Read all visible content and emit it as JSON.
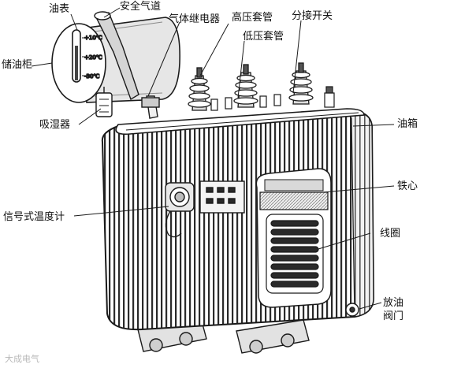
{
  "labels": {
    "oil_gauge": "油表",
    "safety_vent": "安全气道",
    "gas_relay": "气体继电器",
    "hv_bushing": "高压套管",
    "lv_bushing": "低压套管",
    "tap_changer": "分接开关",
    "conservator": "储油柜",
    "breather": "吸湿器",
    "oil_tank": "油箱",
    "core": "铁心",
    "signal_thermometer": "信号式温度计",
    "winding": "线圈",
    "drain_valve": "放油",
    "drain_valve_2": "阀门"
  },
  "gauge_marks": [
    "+10℃",
    "+20℃",
    "-30℃"
  ],
  "watermark": "大成电气",
  "colors": {
    "ink": "#1a1a1a",
    "paper": "#ffffff",
    "shade": "#d8d8d8",
    "mid": "#9a9a9a"
  }
}
